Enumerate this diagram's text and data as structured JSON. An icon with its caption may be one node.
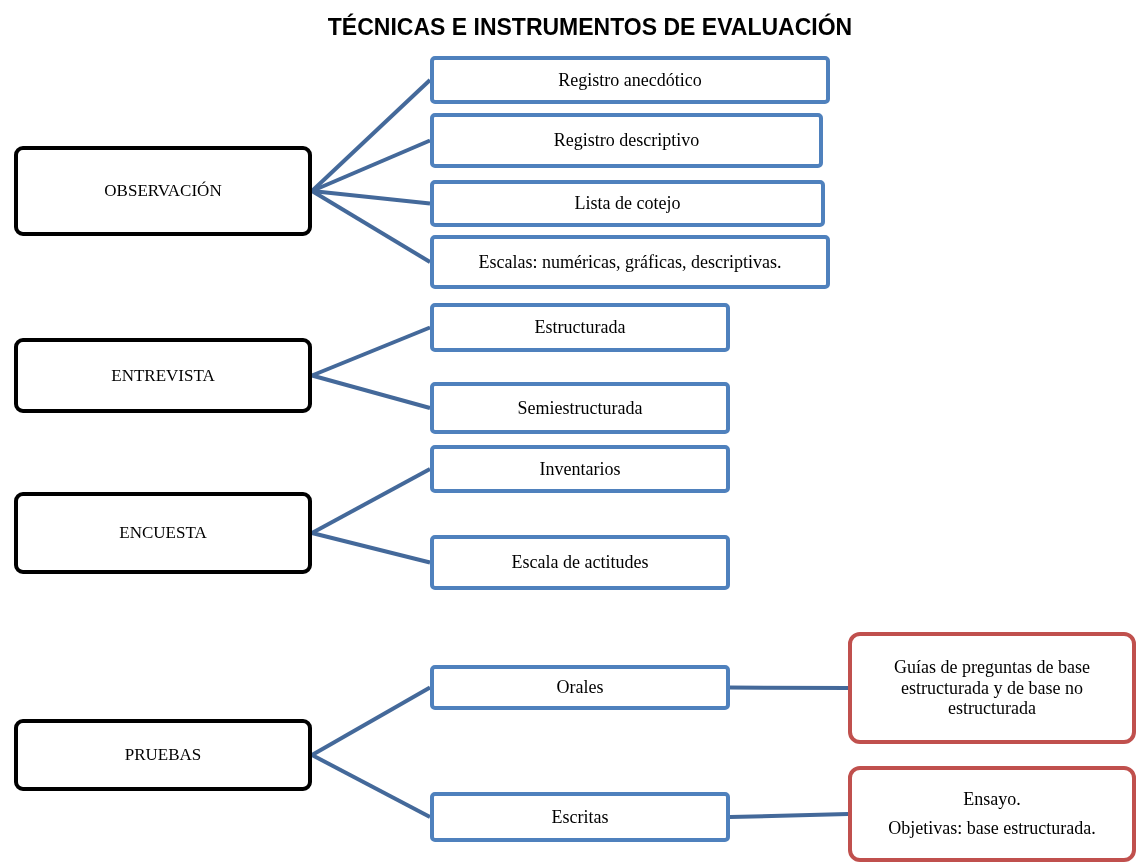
{
  "diagram": {
    "title": "TÉCNICAS E INSTRUMENTOS DE EVALUACIÓN",
    "nodes": [
      {
        "text": [
          "OBSERVACIÓN"
        ]
      },
      {
        "text": [
          "Registro anecdótico"
        ]
      },
      {
        "text": [
          "Registro descriptivo"
        ]
      },
      {
        "text": [
          "Lista de cotejo"
        ]
      },
      {
        "text": [
          "Escalas: numéricas, gráficas, descriptivas."
        ]
      },
      {
        "text": [
          "ENTREVISTA"
        ]
      },
      {
        "text": [
          "Estructurada"
        ]
      },
      {
        "text": [
          "Semiestructurada"
        ]
      },
      {
        "text": [
          "ENCUESTA"
        ]
      },
      {
        "text": [
          "Inventarios"
        ]
      },
      {
        "text": [
          "Escala de actitudes"
        ]
      },
      {
        "text": [
          "PRUEBAS"
        ]
      },
      {
        "text": [
          "Orales"
        ]
      },
      {
        "text": [
          "Guías de preguntas de base estructurada y de base no estructurada"
        ]
      },
      {
        "text": [
          "Escritas"
        ]
      },
      {
        "text": [
          "Ensayo.",
          "Objetivas: base estructurada."
        ]
      }
    ],
    "edges": [
      {
        "from": 0,
        "to": 1,
        "arrow": "none"
      },
      {
        "from": 0,
        "to": 2,
        "arrow": "none"
      },
      {
        "from": 0,
        "to": 3,
        "arrow": "none"
      },
      {
        "from": 0,
        "to": 4,
        "arrow": "none"
      },
      {
        "from": 5,
        "to": 6,
        "arrow": "none"
      },
      {
        "from": 5,
        "to": 7,
        "arrow": "none"
      },
      {
        "from": 8,
        "to": 9,
        "arrow": "none"
      },
      {
        "from": 8,
        "to": 10,
        "arrow": "none"
      },
      {
        "from": 11,
        "to": 12,
        "arrow": "none"
      },
      {
        "from": 11,
        "to": 14,
        "arrow": "none"
      },
      {
        "from": 12,
        "to": 13,
        "arrow": "none"
      },
      {
        "from": 14,
        "to": 15,
        "arrow": "none"
      }
    ]
  }
}
